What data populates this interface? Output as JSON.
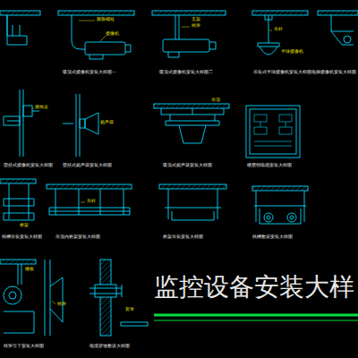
{
  "diagram": {
    "title": "监控设备安装大样",
    "labels": [
      "吸顶式摄像机安装大样图一",
      "吸顶式摄像机安装大样图二",
      "吊装式半球摄像机安装大样图",
      "电梯摄像机安装大样图",
      "壁挂式摄像机安装大样图",
      "壁挂式扬声器安装大样图",
      "吸顶式扬声器安装大样图",
      "楼层弱电箱安装大样图",
      "线槽吊装安装大样图",
      "吊顶内桥架安装大样图",
      "桥架吊装安装大样图",
      "线槽敷设安装大样图",
      "线管引下安装大样图",
      "电缆穿墙敷设大样图",
      "膨胀螺栓",
      "摄像机",
      "支架",
      "线管",
      "吊杆",
      "半球摄像机",
      "接线盒",
      "扬声器",
      "吊顶",
      "桥架",
      "吊杆",
      "楼板",
      "线管",
      "套管"
    ]
  }
}
